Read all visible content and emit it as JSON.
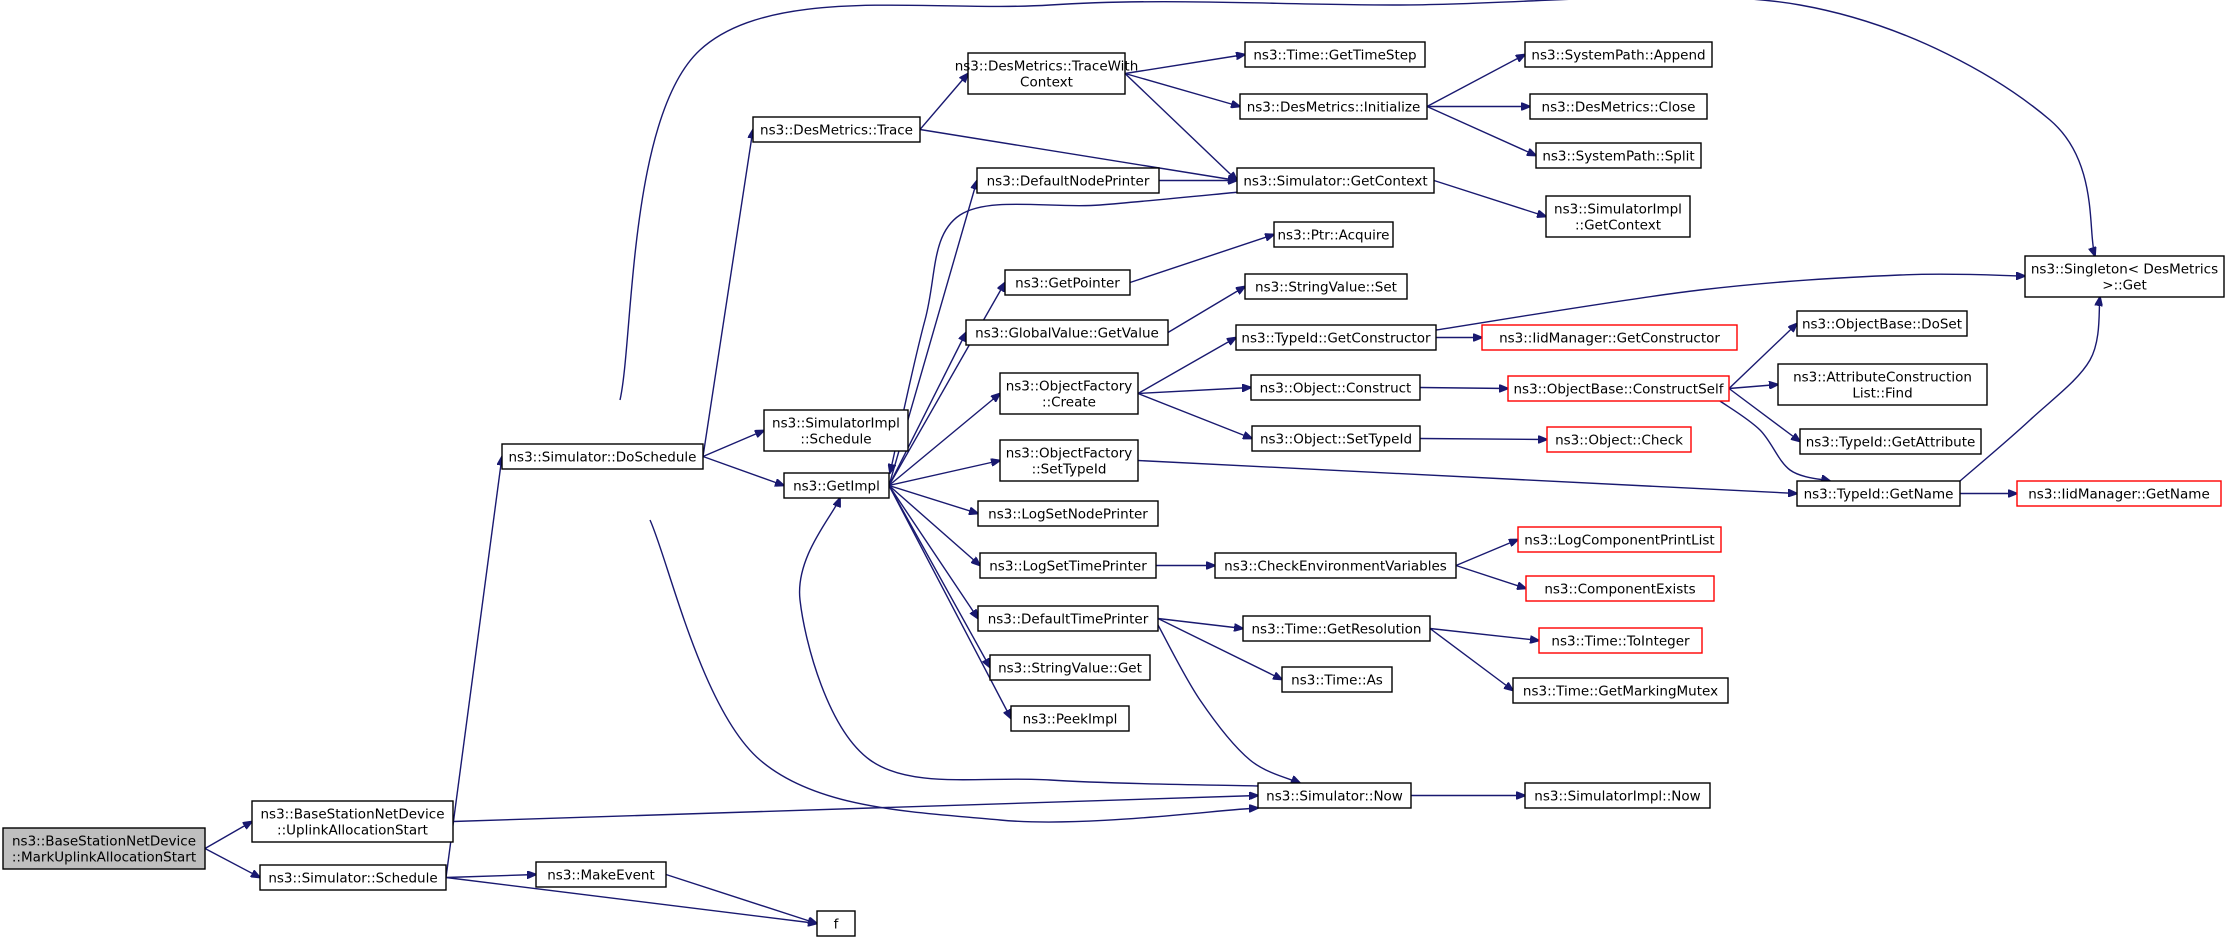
{
  "colors": {
    "edge": "#191970",
    "node_border": "#000000",
    "truncated_border": "#ff0000",
    "root_fill": "#bfbfbf",
    "background": "#ffffff"
  },
  "nodes": [
    {
      "id": "root",
      "lines": [
        "ns3::BaseStationNetDevice",
        "::MarkUplinkAllocationStart"
      ],
      "style": "root"
    },
    {
      "id": "uplink",
      "lines": [
        "ns3::BaseStationNetDevice",
        "::UplinkAllocationStart"
      ]
    },
    {
      "id": "schedule",
      "lines": [
        "ns3::Simulator::Schedule"
      ]
    },
    {
      "id": "doschedule",
      "lines": [
        "ns3::Simulator::DoSchedule"
      ]
    },
    {
      "id": "makeevent",
      "lines": [
        "ns3::MakeEvent"
      ]
    },
    {
      "id": "f",
      "lines": [
        "f"
      ]
    },
    {
      "id": "now",
      "lines": [
        "ns3::Simulator::Now"
      ]
    },
    {
      "id": "desmetrics_trace",
      "lines": [
        "ns3::DesMetrics::Trace"
      ]
    },
    {
      "id": "simimpl_schedule",
      "lines": [
        "ns3::SimulatorImpl",
        "::Schedule"
      ]
    },
    {
      "id": "getimpl",
      "lines": [
        "ns3::GetImpl"
      ]
    },
    {
      "id": "singleton_get",
      "lines": [
        "ns3::Singleton< DesMetrics",
        ">::Get"
      ]
    },
    {
      "id": "tracewithcontext",
      "lines": [
        "ns3::DesMetrics::TraceWith",
        "Context"
      ]
    },
    {
      "id": "getcontext",
      "lines": [
        "ns3::Simulator::GetContext"
      ]
    },
    {
      "id": "gettimestep",
      "lines": [
        "ns3::Time::GetTimeStep"
      ]
    },
    {
      "id": "dm_initialize",
      "lines": [
        "ns3::DesMetrics::Initialize"
      ]
    },
    {
      "id": "sp_append",
      "lines": [
        "ns3::SystemPath::Append"
      ]
    },
    {
      "id": "dm_close",
      "lines": [
        "ns3::DesMetrics::Close"
      ]
    },
    {
      "id": "sp_split",
      "lines": [
        "ns3::SystemPath::Split"
      ]
    },
    {
      "id": "simimpl_getcontext",
      "lines": [
        "ns3::SimulatorImpl",
        "::GetContext"
      ]
    },
    {
      "id": "defaultnodeprinter",
      "lines": [
        "ns3::DefaultNodePrinter"
      ]
    },
    {
      "id": "getpointer",
      "lines": [
        "ns3::GetPointer"
      ]
    },
    {
      "id": "ptr_acquire",
      "lines": [
        "ns3::Ptr::Acquire"
      ]
    },
    {
      "id": "stringvalue_set",
      "lines": [
        "ns3::StringValue::Set"
      ]
    },
    {
      "id": "globalvalue_getvalue",
      "lines": [
        "ns3::GlobalValue::GetValue"
      ]
    },
    {
      "id": "typeid_getconstructor",
      "lines": [
        "ns3::TypeId::GetConstructor"
      ]
    },
    {
      "id": "iid_getconstructor",
      "lines": [
        "ns3::IidManager::GetConstructor"
      ],
      "style": "truncated"
    },
    {
      "id": "objectfactory_create",
      "lines": [
        "ns3::ObjectFactory",
        "::Create"
      ]
    },
    {
      "id": "object_construct",
      "lines": [
        "ns3::Object::Construct"
      ]
    },
    {
      "id": "constructself",
      "lines": [
        "ns3::ObjectBase::ConstructSelf"
      ],
      "style": "truncated"
    },
    {
      "id": "objectbase_doset",
      "lines": [
        "ns3::ObjectBase::DoSet"
      ]
    },
    {
      "id": "acl_find",
      "lines": [
        "ns3::AttributeConstruction",
        "List::Find"
      ]
    },
    {
      "id": "typeid_getattribute",
      "lines": [
        "ns3::TypeId::GetAttribute"
      ]
    },
    {
      "id": "object_settypeid",
      "lines": [
        "ns3::Object::SetTypeId"
      ]
    },
    {
      "id": "object_check",
      "lines": [
        "ns3::Object::Check"
      ],
      "style": "truncated"
    },
    {
      "id": "objectfactory_settypeid",
      "lines": [
        "ns3::ObjectFactory",
        "::SetTypeId"
      ]
    },
    {
      "id": "typeid_getname",
      "lines": [
        "ns3::TypeId::GetName"
      ]
    },
    {
      "id": "iid_getname",
      "lines": [
        "ns3::IidManager::GetName"
      ],
      "style": "truncated"
    },
    {
      "id": "logsetnodeprinter",
      "lines": [
        "ns3::LogSetNodePrinter"
      ]
    },
    {
      "id": "logsettimeprinter",
      "lines": [
        "ns3::LogSetTimePrinter"
      ]
    },
    {
      "id": "checkenv",
      "lines": [
        "ns3::CheckEnvironmentVariables"
      ]
    },
    {
      "id": "logcomponentprintlist",
      "lines": [
        "ns3::LogComponentPrintList"
      ],
      "style": "truncated"
    },
    {
      "id": "componentexists",
      "lines": [
        "ns3::ComponentExists"
      ],
      "style": "truncated"
    },
    {
      "id": "defaulttimeprinter",
      "lines": [
        "ns3::DefaultTimePrinter"
      ]
    },
    {
      "id": "time_getresolution",
      "lines": [
        "ns3::Time::GetResolution"
      ]
    },
    {
      "id": "time_tointeger",
      "lines": [
        "ns3::Time::ToInteger"
      ],
      "style": "truncated"
    },
    {
      "id": "time_as",
      "lines": [
        "ns3::Time::As"
      ]
    },
    {
      "id": "time_getmarkingmutex",
      "lines": [
        "ns3::Time::GetMarkingMutex"
      ]
    },
    {
      "id": "stringvalue_get",
      "lines": [
        "ns3::StringValue::Get"
      ]
    },
    {
      "id": "peekimpl",
      "lines": [
        "ns3::PeekImpl"
      ]
    },
    {
      "id": "simimpl_now",
      "lines": [
        "ns3::SimulatorImpl::Now"
      ]
    }
  ],
  "edges": [
    [
      "root",
      "uplink"
    ],
    [
      "root",
      "schedule"
    ],
    [
      "uplink",
      "now"
    ],
    [
      "schedule",
      "doschedule"
    ],
    [
      "schedule",
      "makeevent"
    ],
    [
      "schedule",
      "f"
    ],
    [
      "makeevent",
      "f"
    ],
    [
      "doschedule",
      "desmetrics_trace"
    ],
    [
      "doschedule",
      "simimpl_schedule"
    ],
    [
      "doschedule",
      "getimpl"
    ],
    [
      "doschedule",
      "singleton_get"
    ],
    [
      "doschedule",
      "now"
    ],
    [
      "desmetrics_trace",
      "tracewithcontext"
    ],
    [
      "desmetrics_trace",
      "getcontext"
    ],
    [
      "tracewithcontext",
      "gettimestep"
    ],
    [
      "tracewithcontext",
      "dm_initialize"
    ],
    [
      "tracewithcontext",
      "getcontext"
    ],
    [
      "dm_initialize",
      "sp_append"
    ],
    [
      "dm_initialize",
      "dm_close"
    ],
    [
      "dm_initialize",
      "sp_split"
    ],
    [
      "getcontext",
      "simimpl_getcontext"
    ],
    [
      "getcontext",
      "getimpl"
    ],
    [
      "getimpl",
      "defaultnodeprinter"
    ],
    [
      "getimpl",
      "getpointer"
    ],
    [
      "getimpl",
      "globalvalue_getvalue"
    ],
    [
      "getimpl",
      "objectfactory_create"
    ],
    [
      "getimpl",
      "objectfactory_settypeid"
    ],
    [
      "getimpl",
      "logsetnodeprinter"
    ],
    [
      "getimpl",
      "logsettimeprinter"
    ],
    [
      "getimpl",
      "defaulttimeprinter"
    ],
    [
      "getimpl",
      "stringvalue_get"
    ],
    [
      "getimpl",
      "peekimpl"
    ],
    [
      "defaultnodeprinter",
      "getcontext"
    ],
    [
      "getpointer",
      "ptr_acquire"
    ],
    [
      "globalvalue_getvalue",
      "stringvalue_set"
    ],
    [
      "objectfactory_create",
      "typeid_getconstructor"
    ],
    [
      "objectfactory_create",
      "object_construct"
    ],
    [
      "objectfactory_create",
      "object_settypeid"
    ],
    [
      "typeid_getconstructor",
      "iid_getconstructor"
    ],
    [
      "typeid_getconstructor",
      "singleton_get"
    ],
    [
      "object_construct",
      "constructself"
    ],
    [
      "constructself",
      "objectbase_doset"
    ],
    [
      "constructself",
      "acl_find"
    ],
    [
      "constructself",
      "typeid_getattribute"
    ],
    [
      "constructself",
      "typeid_getname"
    ],
    [
      "object_settypeid",
      "object_check"
    ],
    [
      "objectfactory_settypeid",
      "typeid_getname"
    ],
    [
      "typeid_getname",
      "iid_getname"
    ],
    [
      "typeid_getname",
      "singleton_get"
    ],
    [
      "logsettimeprinter",
      "checkenv"
    ],
    [
      "checkenv",
      "logcomponentprintlist"
    ],
    [
      "checkenv",
      "componentexists"
    ],
    [
      "defaulttimeprinter",
      "time_getresolution"
    ],
    [
      "defaulttimeprinter",
      "time_as"
    ],
    [
      "defaulttimeprinter",
      "now"
    ],
    [
      "time_getresolution",
      "time_tointeger"
    ],
    [
      "time_getresolution",
      "time_getmarkingmutex"
    ],
    [
      "now",
      "getimpl"
    ],
    [
      "now",
      "simimpl_now"
    ]
  ]
}
